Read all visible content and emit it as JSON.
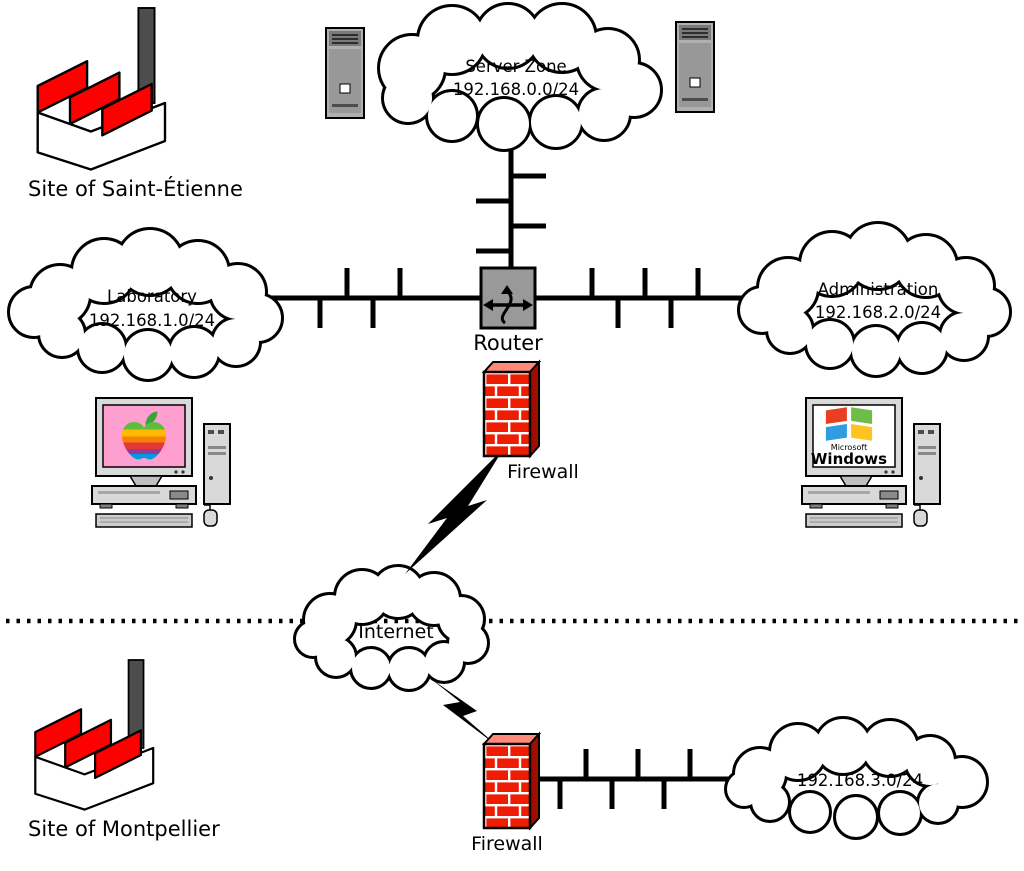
{
  "diagram": {
    "sites": {
      "saint_etienne": {
        "label": "Site of Saint-Étienne"
      },
      "montpellier": {
        "label": "Site of Montpellier"
      }
    },
    "networks": {
      "server_zone": {
        "name": "Server Zone",
        "subnet": "192.168.0.0/24"
      },
      "laboratory": {
        "name": "Laboratory",
        "subnet": "192.168.1.0/24"
      },
      "administration": {
        "name": "Administration",
        "subnet": "192.168.2.0/24"
      },
      "internet": {
        "name": "Internet"
      },
      "montpellier_lan": {
        "subnet": "192.168.3.0/24"
      }
    },
    "devices": {
      "router": {
        "label": "Router"
      },
      "firewall_main": {
        "label": "Firewall"
      },
      "firewall_montpellier": {
        "label": "Firewall"
      },
      "admin_pc_screen": {
        "vendor": "Microsoft",
        "os": "Windows"
      }
    },
    "icons": {
      "site": "factory-icon",
      "server": "server-tower-icon",
      "router": "crossed-arrows-icon",
      "firewall": "brick-wall-icon",
      "internet_link": "lightning-bolt-icon",
      "laboratory_pc": "apple-macintosh-icon",
      "administration_pc": "windows-pc-icon",
      "network_segment": "bus-with-taps",
      "internet_zone": "cloud-icon"
    },
    "colors": {
      "factory_red": "#ff0000",
      "firewall_red": "#ee1c00",
      "router_gray": "#999999",
      "chimney_gray": "#4d4d4d",
      "mac_screen_pink": "#ff9fcf",
      "line_black": "#000000"
    }
  }
}
